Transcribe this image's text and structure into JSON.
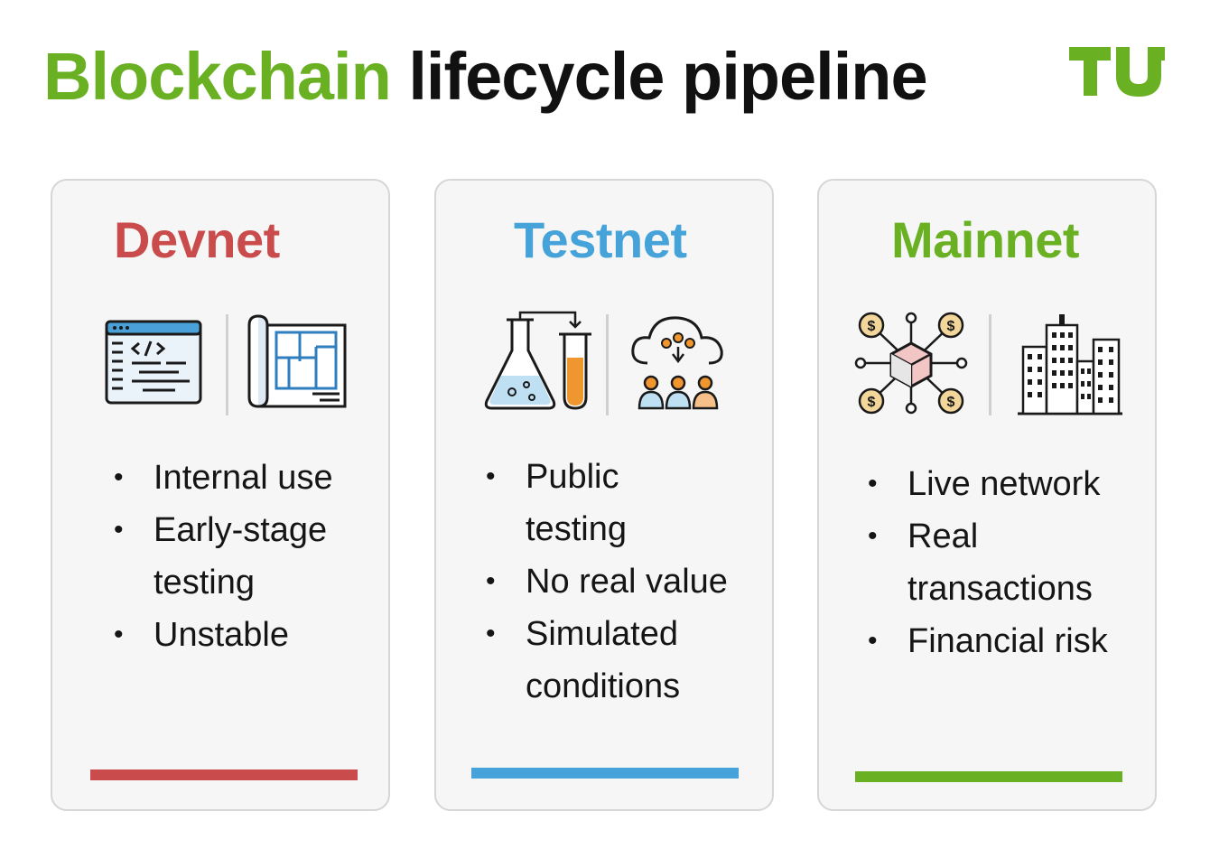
{
  "header": {
    "title_highlight": "Blockchain",
    "title_rest": "lifecycle pipeline",
    "logo_text": "TU"
  },
  "colors": {
    "brand_green": "#6ab023",
    "devnet_red": "#c94b4b",
    "testnet_blue": "#45a3d9",
    "mainnet_green": "#6ab023",
    "text_dark": "#111111"
  },
  "cards": [
    {
      "title": "Devnet",
      "icons": [
        "code-window-icon",
        "blueprint-icon"
      ],
      "bullets": [
        "Internal use",
        "Early-stage testing",
        "Unstable"
      ]
    },
    {
      "title": "Testnet",
      "icons": [
        "lab-flask-icon",
        "cloud-users-icon"
      ],
      "bullets": [
        "Public testing",
        "No real value",
        "Simulated conditions"
      ]
    },
    {
      "title": "Mainnet",
      "icons": [
        "crypto-network-icon",
        "city-buildings-icon"
      ],
      "bullets": [
        "Live network",
        "Real transactions",
        "Financial risk"
      ]
    }
  ]
}
